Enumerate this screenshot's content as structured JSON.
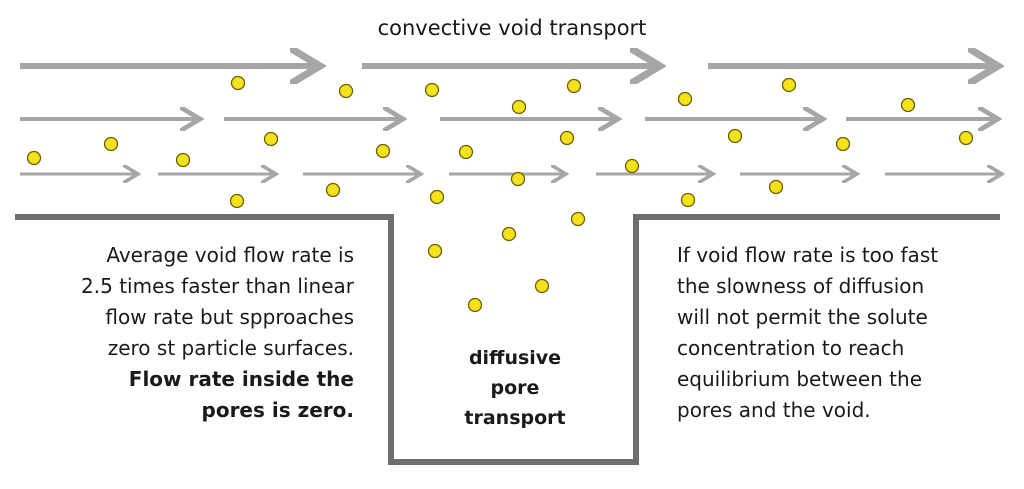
{
  "title": "convective void transport",
  "left_paragraph": {
    "lines": [
      "Average void flow rate is",
      "2.5 times faster than linear",
      "flow rate but spproaches",
      "zero st particle surfaces."
    ],
    "bold_lines": [
      "Flow rate inside the",
      "pores is zero."
    ]
  },
  "right_paragraph": {
    "lines": [
      "If void flow rate is too fast",
      "the slowness of diffusion",
      "will not permit the solute",
      "concentration to reach",
      "equilibrium between the",
      "pores and the void."
    ]
  },
  "pore_label": {
    "lines": [
      "diffusive",
      "pore",
      "transport"
    ]
  },
  "colors": {
    "arrow": "#a6a6a6",
    "wall": "#6e6e6e",
    "particle_fill": "#f5e21a",
    "particle_stroke": "#6b5d00",
    "text": "#1a1a1a"
  }
}
